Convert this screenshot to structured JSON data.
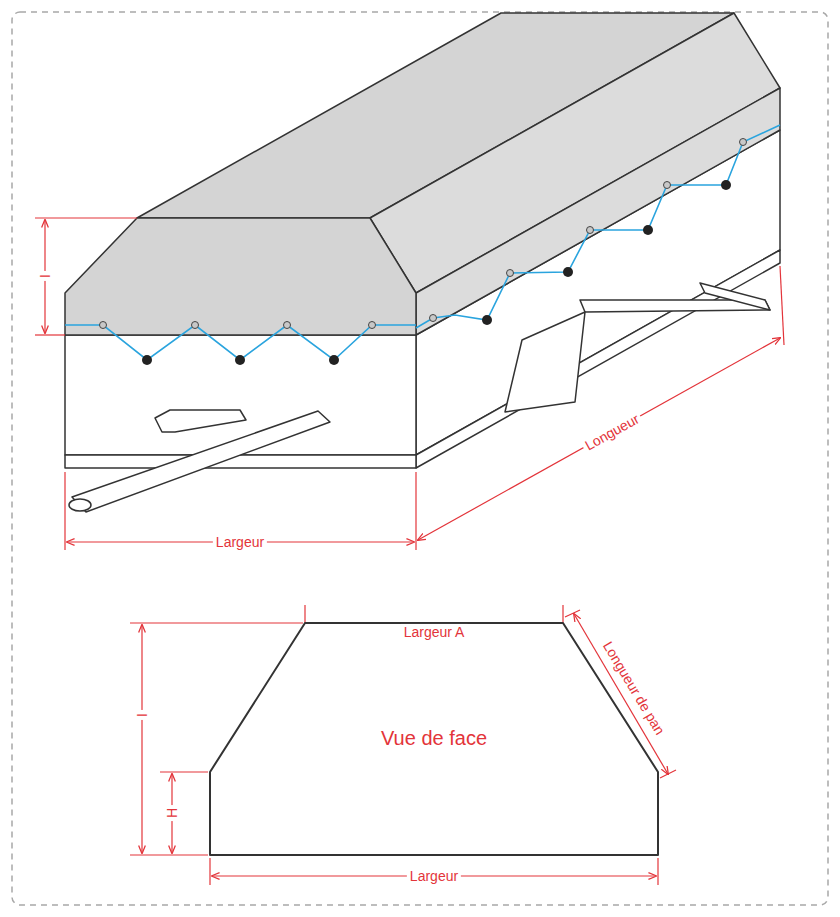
{
  "diagram": {
    "labels": [
      "I",
      "Largeur",
      "Longueur",
      "Largeur A",
      "Longueur de pan",
      "I",
      "H",
      "Vue de face",
      "Largeur"
    ]
  }
}
